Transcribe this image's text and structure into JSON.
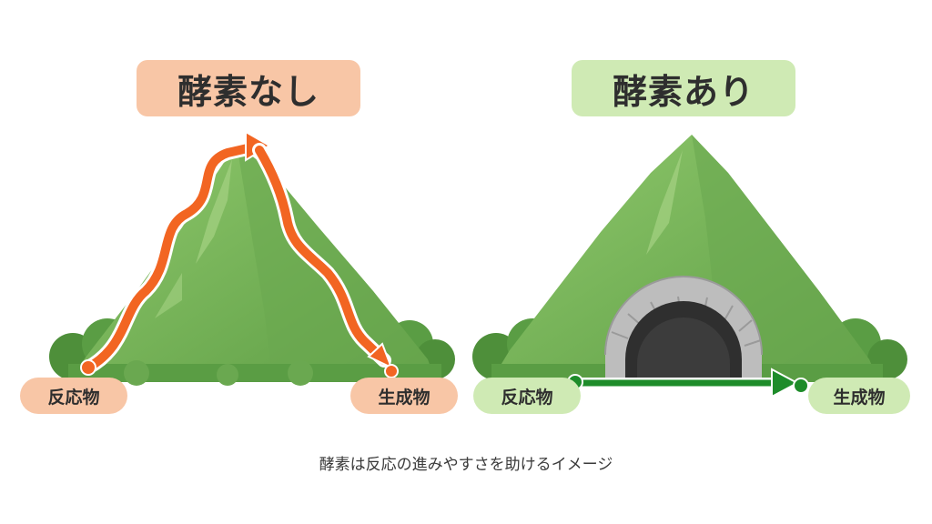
{
  "left_panel": {
    "title": "酵素なし",
    "reactant_label": "反応物",
    "product_label": "生成物"
  },
  "right_panel": {
    "title": "酵素あり",
    "reactant_label": "反応物",
    "product_label": "生成物"
  },
  "caption": "酵素は反応の進みやすさを助けるイメージ",
  "colors": {
    "orange_arrow": "#f26522",
    "green_arrow": "#1e8c2a",
    "orange_fill": "#f8c6a6",
    "green_fill": "#cfeab4",
    "mountain": "#7dbb5e",
    "tunnel_stone": "#a9a9a9"
  }
}
